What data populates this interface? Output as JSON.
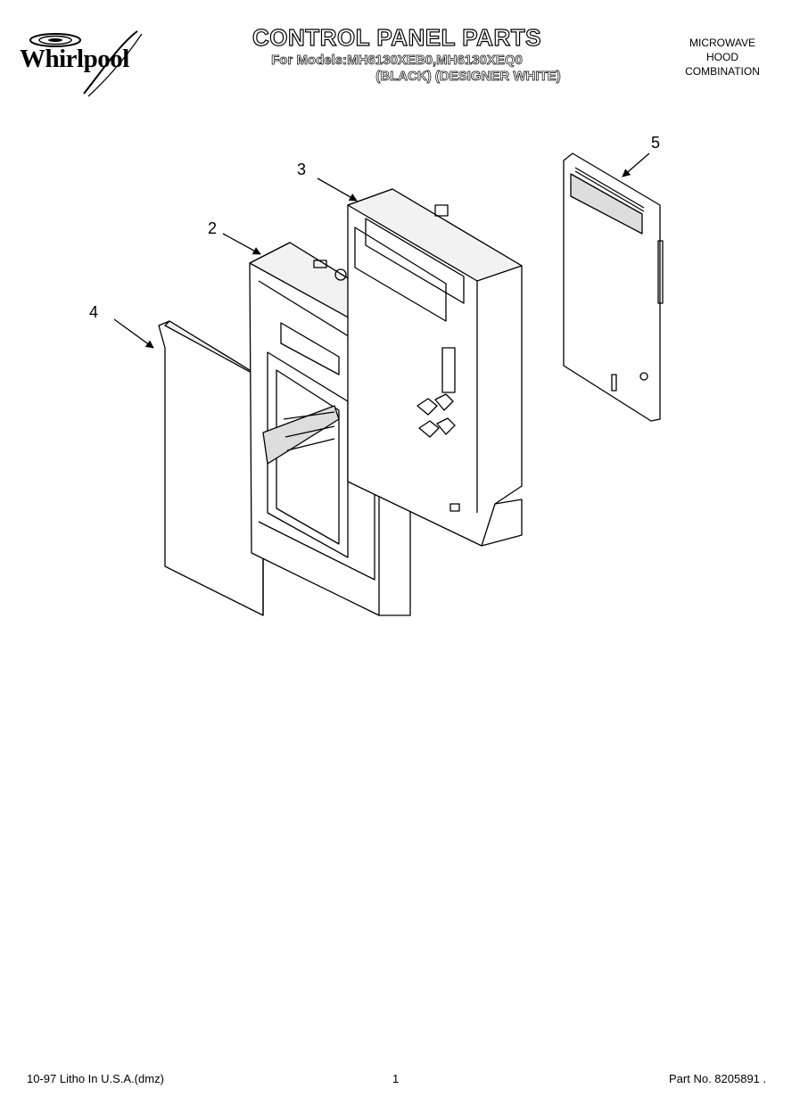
{
  "brand": {
    "name": "Whirlpool"
  },
  "header": {
    "title": "CONTROL PANEL PARTS",
    "models": "For Models:MH6130XEB0,MH6130XEQ0",
    "colors": "(BLACK) (DESIGNER WHITE)",
    "category": [
      "MICROWAVE",
      "HOOD",
      "COMBINATION"
    ]
  },
  "diagram": {
    "callouts": [
      "2",
      "3",
      "4",
      "5"
    ]
  },
  "footer": {
    "litho": "10-97 Litho In U.S.A.(dmz)",
    "page": "1",
    "part_no": "Part No. 8205891 ."
  }
}
